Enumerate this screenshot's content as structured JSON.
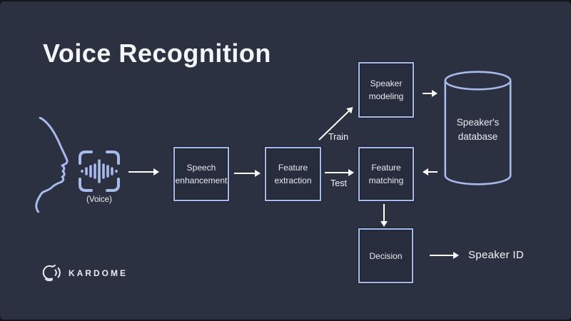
{
  "title": "Voice Recognition",
  "colors": {
    "background": "#2b3140",
    "accent": "#a8baec",
    "box_fill": "#272d3c",
    "text": "#f3f5f9"
  },
  "input": {
    "voice_label": "(Voice)",
    "face_icon": "face-profile-icon",
    "waveform_icon": "voice-waveform-icon"
  },
  "nodes": {
    "speech": {
      "line1": "Speech",
      "line2": "enhancement"
    },
    "extraction": {
      "line1": "Feature",
      "line2": "extraction"
    },
    "modeling": {
      "line1": "Speaker",
      "line2": "modeling"
    },
    "matching": {
      "line1": "Feature",
      "line2": "matching"
    },
    "decision": {
      "line1": "Decision"
    },
    "database": {
      "line1": "Speaker's",
      "line2": "database",
      "icon": "database-cylinder-icon"
    }
  },
  "edges": {
    "train_label": "Train",
    "test_label": "Test"
  },
  "output": {
    "speaker_id_label": "Speaker ID"
  },
  "logo": {
    "name": "KARDOME",
    "icon": "kardome-logo-icon"
  }
}
